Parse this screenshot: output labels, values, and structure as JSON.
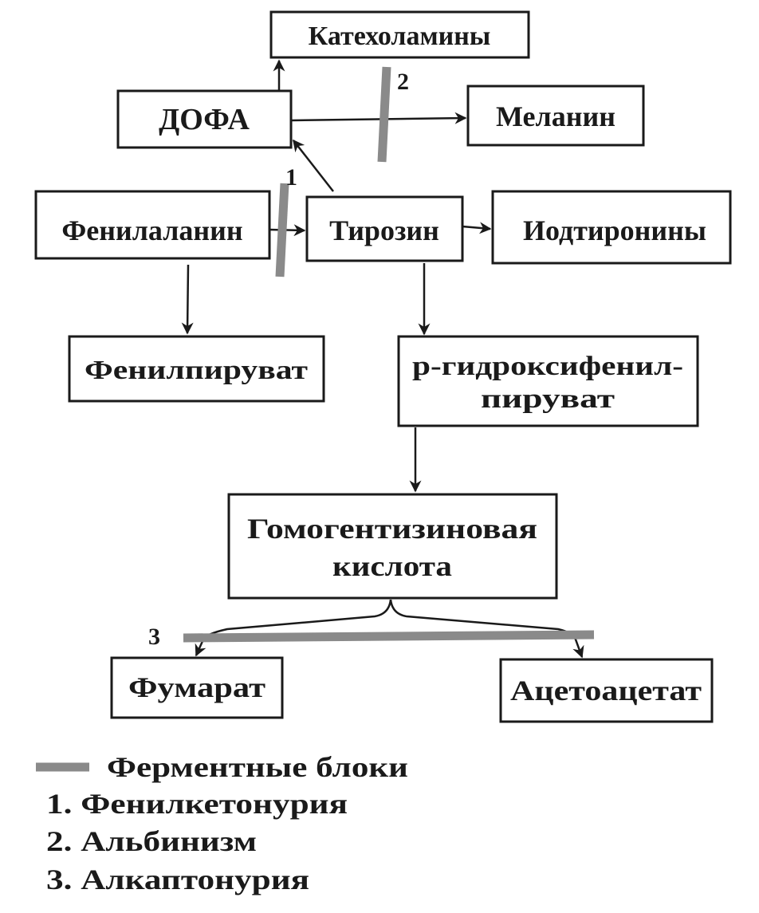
{
  "nodes": {
    "catecholamines": "Катехоламины",
    "dopa": "ДОФА",
    "melanin": "Меланин",
    "phenylalanine": "Фенилаланин",
    "tyrosine": "Тирозин",
    "iodothyronines": "Иодтиронины",
    "phenylpyruvate": "Фенилпируват",
    "hydroxyphenylpyruvate_line1": "р-гидроксифенил-",
    "hydroxyphenylpyruvate_line2": "пируват",
    "homogentisic_line1": "Гомогентизиновая",
    "homogentisic_line2": "кислота",
    "fumarate": "Фумарат",
    "acetoacetate": "Ацетоацетат"
  },
  "edges": [
    {
      "from": "phenylalanine",
      "to": "tyrosine",
      "blocked_by": "1"
    },
    {
      "from": "phenylalanine",
      "to": "phenylpyruvate"
    },
    {
      "from": "tyrosine",
      "to": "dopa"
    },
    {
      "from": "dopa",
      "to": "catecholamines"
    },
    {
      "from": "dopa",
      "to": "melanin",
      "blocked_by": "2"
    },
    {
      "from": "tyrosine",
      "to": "iodothyronines"
    },
    {
      "from": "tyrosine",
      "to": "hydroxyphenylpyruvate"
    },
    {
      "from": "hydroxyphenylpyruvate",
      "to": "homogentisic"
    },
    {
      "from": "homogentisic",
      "to": "fumarate",
      "blocked_by": "3"
    },
    {
      "from": "homogentisic",
      "to": "acetoacetate",
      "blocked_by": "3"
    }
  ],
  "block_labels": {
    "b1": "1",
    "b2": "2",
    "b3": "3"
  },
  "legend": {
    "title": "Ферментные блоки",
    "items": [
      "1. Фенилкетонурия",
      "2. Альбинизм",
      "3. Алкаптонурия"
    ]
  },
  "colors": {
    "block_bar": "#8a8a8a",
    "line": "#1a1a1a"
  }
}
